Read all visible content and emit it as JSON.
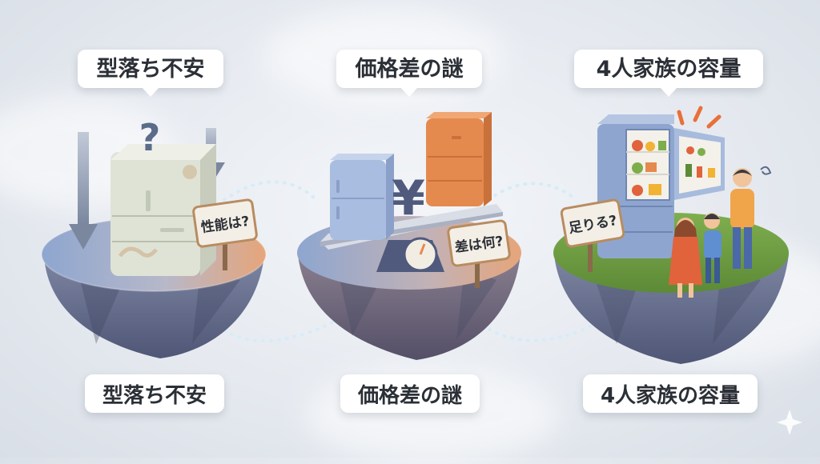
{
  "panels": [
    {
      "heading": "型落ち不安",
      "sign": "性能は?",
      "symbol": "?",
      "caption": "型落ち不安"
    },
    {
      "heading": "価格差の謎",
      "sign": "差は何?",
      "symbol": "¥",
      "caption": "価格差の謎"
    },
    {
      "heading": "4人家族の容量",
      "sign": "足りる?",
      "caption": "4人家族の容量"
    }
  ],
  "colors": {
    "island_blue": "#8ea6cf",
    "island_orange": "#e6a57a",
    "grass": "#6f9d44",
    "fridge_old": "#dfe3d6",
    "fridge_blue": "#9fb6dc",
    "fridge_orange": "#e58a4e",
    "connector": "#cfe7f5"
  },
  "icons": [
    "question-mark-icon",
    "down-arrow-icon",
    "yen-icon",
    "gauge-icon",
    "alert-burst-icon",
    "spark-icon"
  ]
}
